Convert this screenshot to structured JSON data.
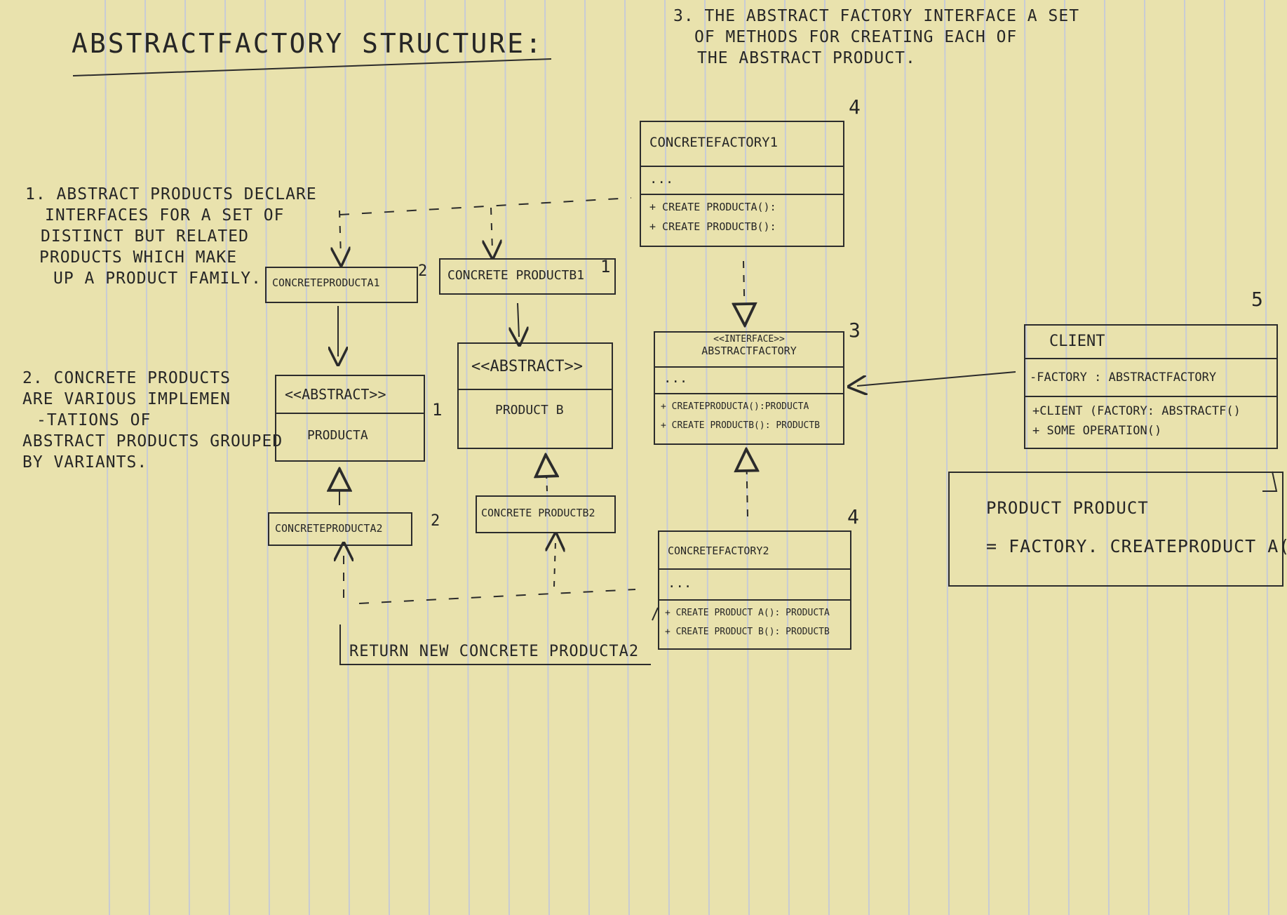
{
  "title": "ABSTRACTFACTORY STRUCTURE:",
  "notes": {
    "n1": [
      "1. ABSTRACT PRODUCTS DECLARE",
      "INTERFACES FOR A SET OF",
      "DISTINCT BUT RELATED",
      "PRODUCTS WHICH MAKE",
      "UP A PRODUCT FAMILY."
    ],
    "n2": [
      "2. CONCRETE PRODUCTS",
      "ARE VARIOUS IMPLEMEN",
      "-TATIONS OF",
      "ABSTRACT PRODUCTS GROUPED",
      "BY VARIANTS."
    ],
    "n3": [
      "3. THE ABSTRACT FACTORY INTERFACE A SET",
      "OF METHODS FOR CREATING EACH OF",
      "THE ABSTRACT PRODUCT."
    ]
  },
  "numbers": {
    "cf1": "4",
    "cf2": "4",
    "iface": "3",
    "client": "5",
    "cpa1": "2",
    "cpb1": "1",
    "absA": "1",
    "cpa2": "2"
  },
  "classes": {
    "concrete_factory_1": {
      "name": "CONCRETEFACTORY1",
      "fields": "...",
      "methods": [
        "+ CREATE PRODUCTA():",
        "+ CREATE PRODUCTB():"
      ]
    },
    "abstract_factory": {
      "stereotype": "<<INTERFACE>>",
      "name": "ABSTRACTFACTORY",
      "fields": "...",
      "methods": [
        "+ CREATEPRODUCTA():PRODUCTA",
        "+ CREATE PRODUCTB(): PRODUCTB"
      ]
    },
    "concrete_factory_2": {
      "name": "CONCRETEFACTORY2",
      "fields": "...",
      "methods": [
        "+ CREATE PRODUCT A(): PRODUCTA",
        "+ CREATE PRODUCT B(): PRODUCTB"
      ]
    },
    "client": {
      "name": "CLIENT",
      "fields": "-FACTORY : ABSTRACTFACTORY",
      "methods": [
        "+CLIENT (FACTORY: ABSTRACTF()",
        "+ SOME OPERATION()"
      ]
    },
    "concrete_product_a1": {
      "name": "CONCRETEPRODUCTA1"
    },
    "concrete_product_b1": {
      "name": "CONCRETE PRODUCTB1"
    },
    "abstract_product_a": {
      "stereotype": "<<ABSTRACT>>",
      "name": "PRODUCTA"
    },
    "abstract_product_b": {
      "stereotype": "<<ABSTRACT>>",
      "name": "PRODUCT B"
    },
    "concrete_product_a2": {
      "name": "CONCRETEPRODUCTA2"
    },
    "concrete_product_b2": {
      "name": "CONCRETE PRODUCTB2"
    }
  },
  "return_note": "RETURN NEW CONCRETE PRODUCTA2",
  "client_note": [
    "PRODUCT PRODUCT",
    "= FACTORY. CREATEPRODUCT A()"
  ]
}
